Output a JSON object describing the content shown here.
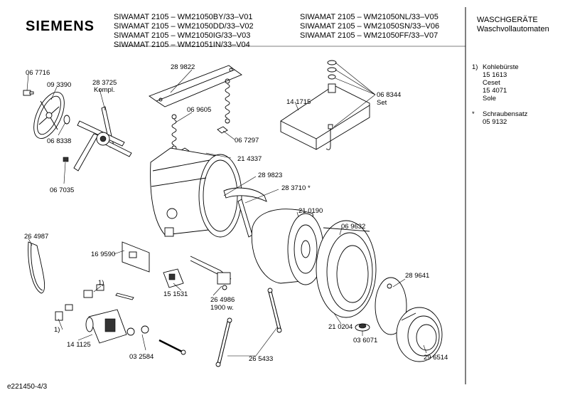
{
  "header": {
    "brand": "SIEMENS",
    "models_col1": [
      "SIWAMAT 2105 – WM21050BY/33–V01",
      "SIWAMAT 2105 – WM21050DD/33–V02",
      "SIWAMAT 2105 – WM21050IG/33–V03",
      "SIWAMAT 2105 – WM21051IN/33–V04"
    ],
    "models_col2": [
      "SIWAMAT 2105 – WM21050NL/33–V05",
      "SIWAMAT 2105 – WM21050SN/33–V06",
      "SIWAMAT 2105 – WM21050FF/33–V07"
    ],
    "category": "WASCHGERÄTE",
    "subcategory": "Waschvollautomaten"
  },
  "legend": {
    "note1_mark": "1)",
    "note1_lines": [
      "Kohlebürste",
      "15 1613",
      "Ceset",
      "15 4071",
      "Sole"
    ],
    "note2_mark": "*",
    "note2_lines": [
      "Schraubensatz",
      "05 9132"
    ]
  },
  "parts": {
    "p067716": "06 7716",
    "p093390": "09 3390",
    "p283725": "28 3725",
    "kompl": "Kompl.",
    "p068338": "06 8338",
    "p067035": "06 7035",
    "p289822": "28 9822",
    "p069605": "06 9605",
    "p067297": "06 7297",
    "p214337": "21 4337",
    "p289823": "28 9823",
    "p283710": "28 3710 *",
    "p141715": "14 1715",
    "p068344": "06 8344",
    "set": "Set",
    "p210190": "21 0190",
    "p069632": "06 9632",
    "p264987": "26 4987",
    "p169590": "16 9590",
    "p151531": "15 1531",
    "p264986": "26 4986",
    "w1900": "1900 w.",
    "note_a": "1)",
    "note_b": "1)",
    "p141125": "14 1125",
    "p032584": "03 2584",
    "p265433": "26 5433",
    "p210204": "21 0204",
    "p036071": "03 6071",
    "p289641": "28 9641",
    "p296514": "29 6514"
  },
  "footer": {
    "drawing_id": "e221450-4/3"
  }
}
